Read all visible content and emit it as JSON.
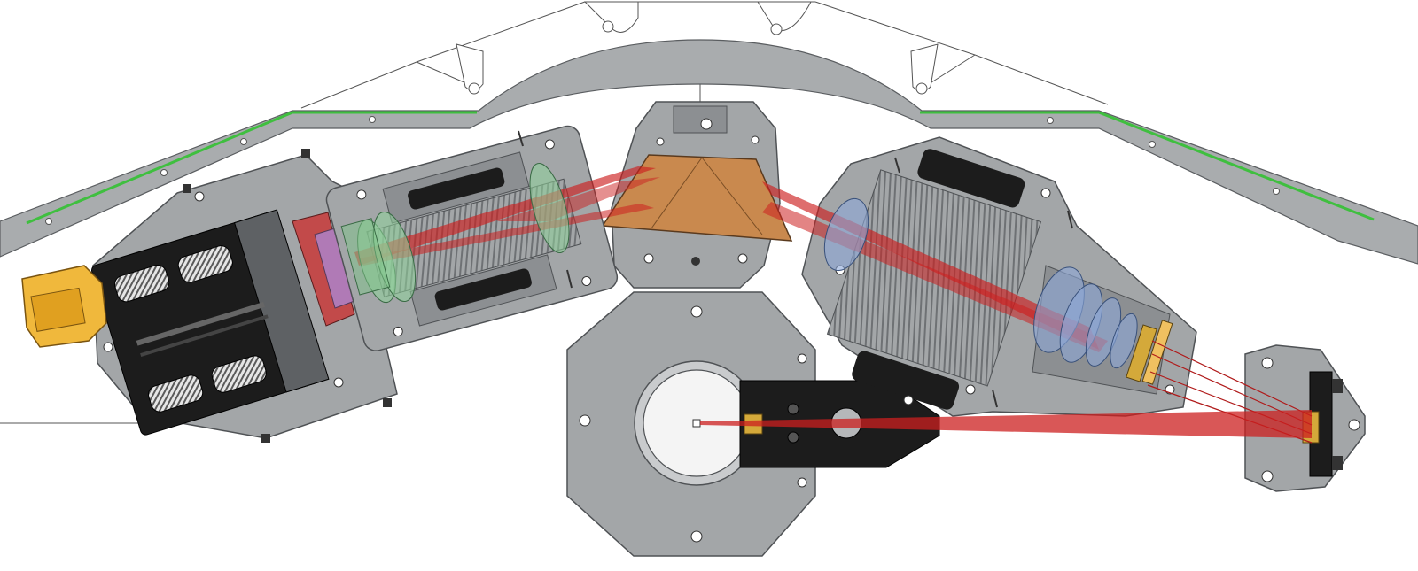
{
  "figure": {
    "colors": {
      "background": "#ffffff",
      "housing": "#a3a6a8",
      "housing_dark": "#7e8184",
      "housing_outline": "#5a5d60",
      "frame": "#a9acae",
      "pcb_green": "#3fbf3f",
      "beam_red": "#cc1f1f",
      "prism_orange": "#c9894e",
      "camera_black": "#1c1c1c",
      "connector_yellow": "#f0b83c",
      "lens_green": "#8fd49a",
      "lens_blue": "#8ea9d8",
      "flange_red": "#c24a4a",
      "detector_gold": "#d4a93a",
      "fin_gray": "#8d9093",
      "slit_white": "#f4f4f4"
    },
    "components": [
      {
        "id": "support-frame",
        "icon": "truss-frame"
      },
      {
        "id": "prism-mount",
        "icon": "prism"
      },
      {
        "id": "camera-body",
        "icon": "ccd-camera"
      },
      {
        "id": "connector",
        "icon": "db-connector"
      },
      {
        "id": "collimator-barrel",
        "icon": "lens-barrel"
      },
      {
        "id": "camera-optics-barrel",
        "icon": "lens-barrel"
      },
      {
        "id": "slit-unit",
        "icon": "slit"
      },
      {
        "id": "fiber-input-mount",
        "icon": "fiber-mount"
      },
      {
        "id": "optical-beams",
        "icon": "beam-path"
      }
    ]
  }
}
